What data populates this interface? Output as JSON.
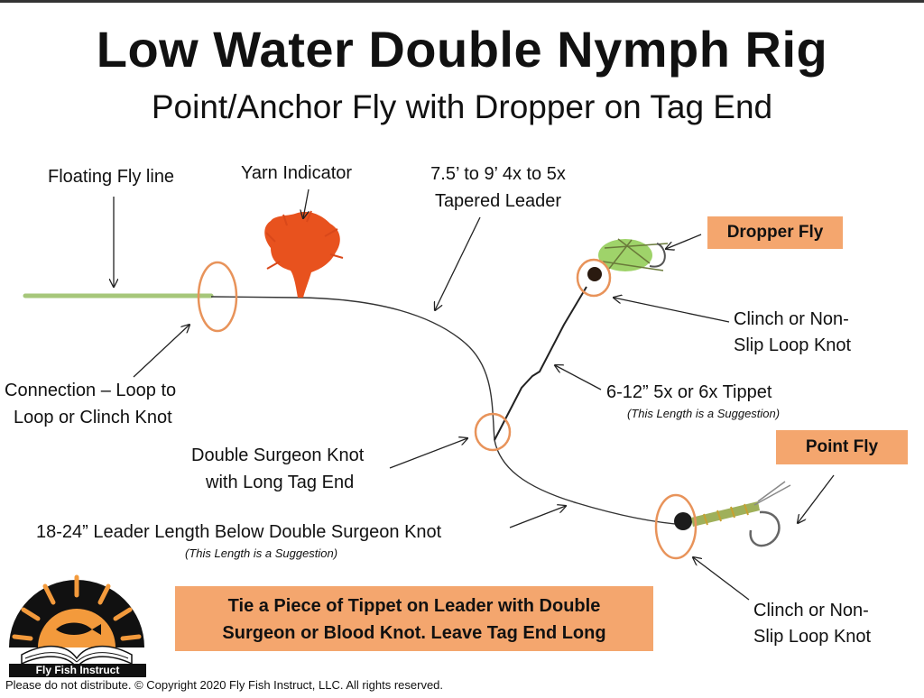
{
  "title": "Low Water Double Nymph Rig",
  "subtitle": "Point/Anchor Fly with Dropper on Tag End",
  "labels": {
    "floating_fly_line": "Floating Fly line",
    "yarn_indicator": "Yarn Indicator",
    "leader_line1": "7.5’ to 9’ 4x to 5x",
    "leader_line2": "Tapered Leader",
    "connection_line1": "Connection – Loop to",
    "connection_line2": "Loop or Clinch Knot",
    "clinch_top_line1": "Clinch or Non-",
    "clinch_top_line2": "Slip Loop Knot",
    "tippet_line": "6-12” 5x or 6x Tippet",
    "tippet_note": "(This Length is a Suggestion)",
    "surgeon_line1": "Double Surgeon Knot",
    "surgeon_line2": "with Long Tag End",
    "leader_length_line": "18-24” Leader Length Below Double Surgeon Knot",
    "leader_length_note": "(This Length is a Suggestion)",
    "clinch_bottom_line1": "Clinch or Non-",
    "clinch_bottom_line2": "Slip Loop Knot"
  },
  "tags": {
    "dropper_fly": "Dropper Fly",
    "point_fly": "Point Fly"
  },
  "banner": {
    "line1": "Tie a Piece of Tippet on Leader with Double",
    "line2": "Surgeon or Blood Knot.  Leave Tag End Long"
  },
  "logo": {
    "text": "Fly Fish Instruct"
  },
  "footer": "Please do not distribute. © Copyright 2020 Fly Fish Instruct, LLC. All rights reserved.",
  "colors": {
    "accent_orange": "#f4a66e",
    "knot_circle": "#e8935a",
    "fly_line_green": "#a6c77a",
    "yarn_orange": "#e8521e",
    "dropper_green": "#9fd36a"
  }
}
